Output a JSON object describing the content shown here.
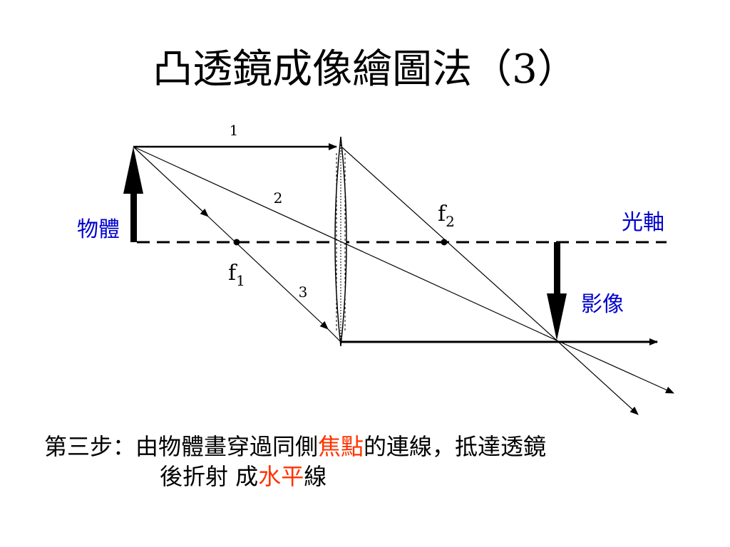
{
  "title": "凸透鏡成像繪圖法（3）",
  "diagram": {
    "ray_labels": [
      "1",
      "2",
      "3"
    ],
    "focal_left": {
      "base": "f",
      "sub": "1"
    },
    "focal_right": {
      "base": "f",
      "sub": "2"
    },
    "object_label": "物體",
    "axis_label": "光軸",
    "image_label": "影像",
    "label_color": "#0000cc",
    "line_color": "#000000"
  },
  "caption": {
    "prefix": "第三步：由物體畫穿過同側",
    "highlight1": "焦點",
    "middle": "的連線，抵達透鏡",
    "line2_prefix": "後折射 成",
    "highlight2": "水平",
    "line2_suffix": "線",
    "highlight_color": "#ff3300"
  }
}
